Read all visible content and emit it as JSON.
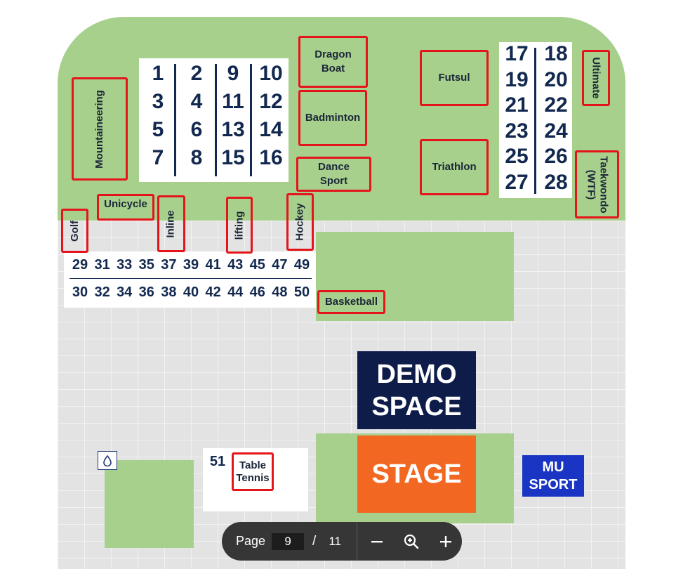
{
  "map": {
    "zones": {
      "dragon_boat": "Dragon\nBoat",
      "badminton": "Badminton",
      "dance_sport": "Dance\nSport",
      "futsul": "Futsul",
      "triathlon": "Triathlon",
      "ultimate": "Ultimate",
      "taekwondo": "Taekwondo\n(WTF)",
      "mountaineering": "Mountaineering",
      "unicycle": "Unicycle",
      "golf": "Golf",
      "inline": "Inline",
      "lifting": "lifting",
      "hockey": "Hockey",
      "basketball": "Basketball",
      "table_tennis": "Table\nTennis"
    },
    "booths_left": [
      "1",
      "2",
      "9",
      "10",
      "3",
      "4",
      "11",
      "12",
      "5",
      "6",
      "13",
      "14",
      "7",
      "8",
      "15",
      "16"
    ],
    "booths_right": [
      "17",
      "18",
      "19",
      "20",
      "21",
      "22",
      "23",
      "24",
      "25",
      "26",
      "27",
      "28"
    ],
    "booths_row_top": [
      "29",
      "31",
      "33",
      "35",
      "37",
      "39",
      "41",
      "43",
      "45",
      "47",
      "49"
    ],
    "booths_row_bottom": [
      "30",
      "32",
      "34",
      "36",
      "38",
      "40",
      "42",
      "44",
      "46",
      "48",
      "50"
    ],
    "booth_51": "51",
    "demo_space": "DEMO\nSPACE",
    "stage": "STAGE",
    "mu_sport": "MU\nSPORT"
  },
  "toolbar": {
    "page_label": "Page",
    "current_page": "9",
    "separator": "/",
    "total_pages": "11"
  },
  "colors": {
    "grass": "#a8d08d",
    "paving": "#e3e3e3",
    "tag_border": "#e4141b",
    "navy": "#12284f",
    "demo_bg": "#0e1c4a",
    "stage_bg": "#f26822",
    "mu_bg": "#1a34c4",
    "toolbar_bg": "#363636"
  },
  "icons": {
    "zoom_out": "minus-icon",
    "zoom_in": "magnifier-plus-icon",
    "add": "plus-icon",
    "pin": "water-drop-icon"
  }
}
